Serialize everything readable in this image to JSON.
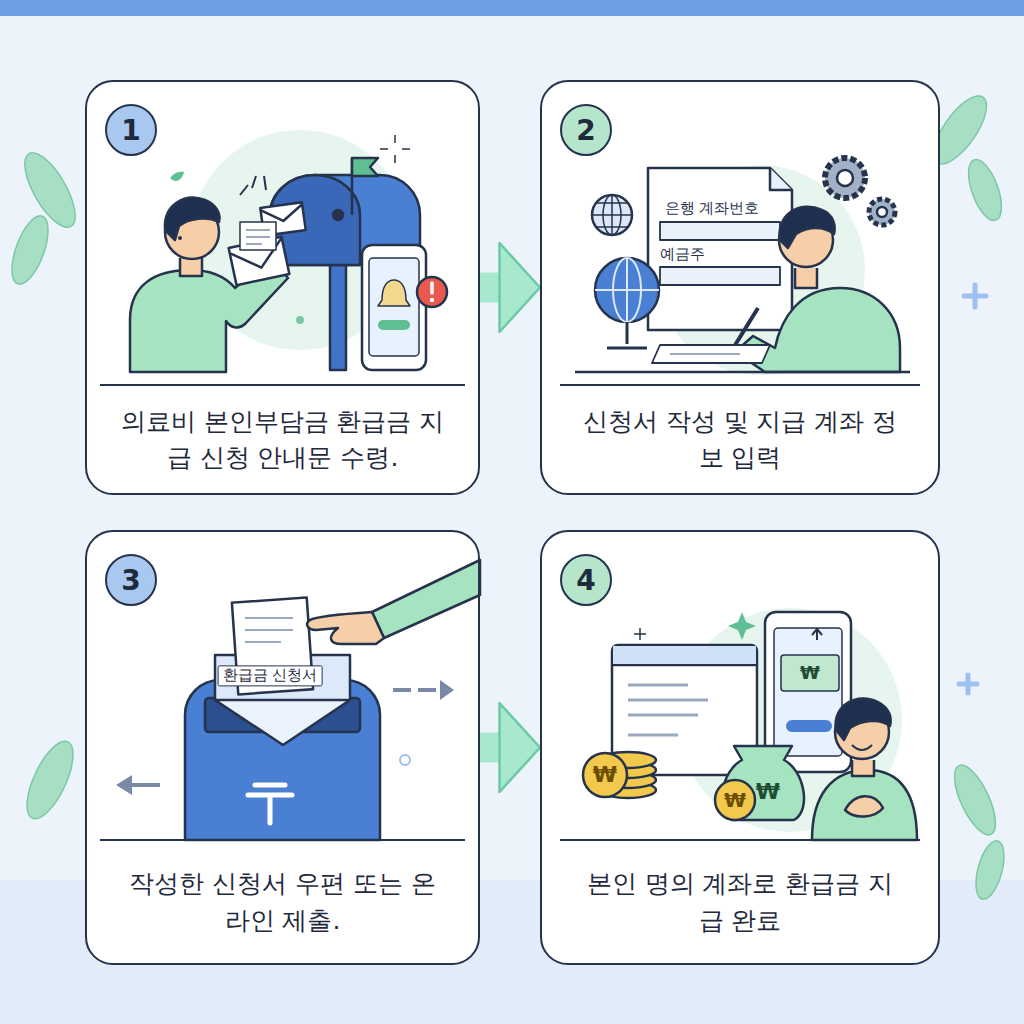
{
  "diagram": {
    "nodes": [
      {
        "text": [
          "1",
          "의료비 본인부담금 환급금 지급 신청 안내문 수령."
        ]
      },
      {
        "text": [
          "2",
          "신청서 작성 및 지급 계좌 정보 입력"
        ]
      },
      {
        "text": [
          "3",
          "작성한 신청서 우편 또는 온라인 제출."
        ]
      },
      {
        "text": [
          "4",
          "본인 명의 계좌로 환급금 지급 완료"
        ]
      }
    ],
    "edges": [
      {
        "from": 0,
        "to": 1,
        "arrow": "to"
      },
      {
        "from": 2,
        "to": 3,
        "arrow": "to"
      }
    ],
    "labels": [
      "은행 계좌번호",
      "예금주",
      "환급금 신청서",
      "₩",
      "₩",
      "₩",
      "₩"
    ]
  }
}
